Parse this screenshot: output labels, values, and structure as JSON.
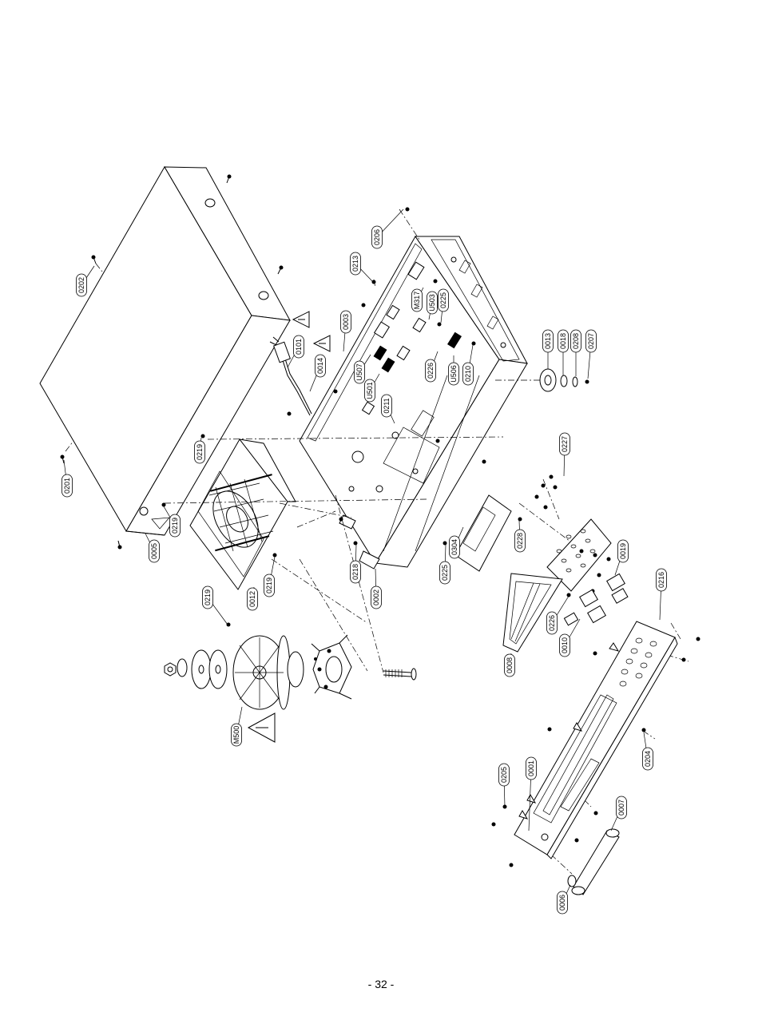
{
  "page_number": "- 32 -",
  "parts": [
    {
      "id": "part-0202",
      "label": "0202"
    },
    {
      "id": "part-0201",
      "label": "0201"
    },
    {
      "id": "part-0005",
      "label": "0005"
    },
    {
      "id": "part-0219-a",
      "label": "0219"
    },
    {
      "id": "part-0219-b",
      "label": "0219"
    },
    {
      "id": "part-0219-c",
      "label": "0219"
    },
    {
      "id": "part-0219-d",
      "label": "0219"
    },
    {
      "id": "part-0012",
      "label": "0012"
    },
    {
      "id": "part-0101",
      "label": "0101"
    },
    {
      "id": "part-0014",
      "label": "0014"
    },
    {
      "id": "part-0003",
      "label": "0003"
    },
    {
      "id": "part-0213",
      "label": "0213"
    },
    {
      "id": "part-0206",
      "label": "0206"
    },
    {
      "id": "part-m317",
      "label": "M317"
    },
    {
      "id": "part-u503",
      "label": "U503"
    },
    {
      "id": "part-0225-a",
      "label": "0225"
    },
    {
      "id": "part-u507",
      "label": "U507"
    },
    {
      "id": "part-u501",
      "label": "U501"
    },
    {
      "id": "part-0211",
      "label": "0211"
    },
    {
      "id": "part-0226-a",
      "label": "0226"
    },
    {
      "id": "part-u506",
      "label": "U506"
    },
    {
      "id": "part-0210",
      "label": "0210"
    },
    {
      "id": "part-0013",
      "label": "0013"
    },
    {
      "id": "part-0018",
      "label": "0018"
    },
    {
      "id": "part-0208",
      "label": "0208"
    },
    {
      "id": "part-0207",
      "label": "0207"
    },
    {
      "id": "part-0227",
      "label": "0227"
    },
    {
      "id": "part-0304",
      "label": "0304"
    },
    {
      "id": "part-0228",
      "label": "0228"
    },
    {
      "id": "part-0225-b",
      "label": "0225"
    },
    {
      "id": "part-0218",
      "label": "0218"
    },
    {
      "id": "part-0002",
      "label": "0002"
    },
    {
      "id": "part-0019",
      "label": "0019"
    },
    {
      "id": "part-0216",
      "label": "0216"
    },
    {
      "id": "part-0226-b",
      "label": "0226"
    },
    {
      "id": "part-0010",
      "label": "0010"
    },
    {
      "id": "part-0008",
      "label": "0008"
    },
    {
      "id": "part-m500",
      "label": "M500"
    },
    {
      "id": "part-0205",
      "label": "0205"
    },
    {
      "id": "part-0001",
      "label": "0001"
    },
    {
      "id": "part-0204",
      "label": "0204"
    },
    {
      "id": "part-0007",
      "label": "0007"
    },
    {
      "id": "part-0006",
      "label": "0006"
    }
  ]
}
